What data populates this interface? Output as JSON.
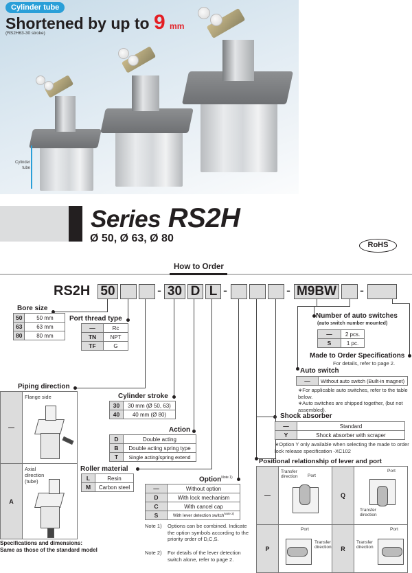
{
  "banner": {
    "pill": "Cylinder tube",
    "headline_prefix": "Shortened by up to",
    "headline_value": "9",
    "headline_unit": "mm",
    "subnote": "(RS2H63-30 stroke)",
    "tube_label": "Cylinder tube",
    "accent_color": "#e31e24",
    "pill_color": "#2a9fd8"
  },
  "header": {
    "series_word": "Series",
    "series_name": "RS2H",
    "diameters": "Ø 50, Ø 63, Ø 80",
    "rohs": "RoHS",
    "section_title": "How to Order"
  },
  "code": {
    "prefix": "RS2H",
    "boxes": [
      "50",
      "",
      "",
      "30",
      "D",
      "L",
      "",
      "",
      "",
      "M9BW",
      "",
      ""
    ],
    "dash": "-"
  },
  "bore_size": {
    "title": "Bore size",
    "rows": [
      {
        "k": "50",
        "v": "50 mm"
      },
      {
        "k": "63",
        "v": "63 mm"
      },
      {
        "k": "80",
        "v": "80 mm"
      }
    ]
  },
  "port_thread": {
    "title": "Port thread type",
    "rows": [
      {
        "k": "—",
        "v": "Rc"
      },
      {
        "k": "TN",
        "v": "NPT"
      },
      {
        "k": "TF",
        "v": "G"
      }
    ]
  },
  "piping_direction": {
    "title": "Piping direction",
    "rows": [
      {
        "k": "—",
        "label": "Flange side"
      },
      {
        "k": "A",
        "label": "Axial direction (tube)"
      }
    ]
  },
  "cylinder_stroke": {
    "title": "Cylinder stroke",
    "rows": [
      {
        "k": "30",
        "v": "30 mm (Ø 50, 63)"
      },
      {
        "k": "40",
        "v": "40 mm (Ø 80)"
      }
    ]
  },
  "action": {
    "title": "Action",
    "rows": [
      {
        "k": "D",
        "v": "Double acting"
      },
      {
        "k": "B",
        "v": "Double acting spring type"
      },
      {
        "k": "T",
        "v": "Single acting/spring extend"
      }
    ]
  },
  "roller_material": {
    "title": "Roller material",
    "rows": [
      {
        "k": "L",
        "v": "Resin"
      },
      {
        "k": "M",
        "v": "Carbon steel"
      }
    ]
  },
  "option": {
    "title": "Option",
    "title_note": "Note 1)",
    "rows": [
      {
        "k": "—",
        "v": "Without option"
      },
      {
        "k": "D",
        "v": "With lock mechanism"
      },
      {
        "k": "C",
        "v": "With cancel cap"
      },
      {
        "k": "S",
        "v": "With lever detection switch",
        "note": "Note 2)"
      }
    ],
    "note1_label": "Note 1)",
    "note1_text": "Options can be combined. Indicate the option symbols according to the priority order of D,C,S.",
    "note2_label": "Note 2)",
    "note2_text": "For details of the lever detection switch alone, refer to page 2."
  },
  "auto_switch_count": {
    "title": "Number of auto switches",
    "subtitle": "(auto switch number mounted)",
    "rows": [
      {
        "k": "—",
        "v": "2 pcs."
      },
      {
        "k": "S",
        "v": "1 pc."
      }
    ]
  },
  "made_to_order": {
    "title": "Made to Order Specifications",
    "subtitle": "For details, refer to page 2."
  },
  "auto_switch": {
    "title": "Auto switch",
    "rows": [
      {
        "k": "—",
        "v": "Without auto switch (Built-in magnet)"
      }
    ],
    "notes": [
      "∗For applicable auto switches, refer to the table below.",
      "∗Auto switches are shipped together, (but not assembled)."
    ]
  },
  "shock_absorber": {
    "title": "Shock absorber",
    "rows": [
      {
        "k": "—",
        "v": "Standard"
      },
      {
        "k": "Y",
        "v": "Shock absorber with scraper"
      }
    ],
    "note": "∗Option Y only available when selecting the made to order lock release specification -XC102"
  },
  "positional": {
    "title": "Positional relationship of lever and port",
    "cells": [
      {
        "k": "—",
        "port": "Port",
        "transfer": "Transfer direction"
      },
      {
        "k": "Q",
        "port": "Port",
        "transfer": "Transfer direction"
      },
      {
        "k": "P",
        "port": "Port",
        "transfer": "Transfer direction"
      },
      {
        "k": "R",
        "port": "Port",
        "transfer": "Transfer direction"
      }
    ]
  },
  "footer": {
    "line1": "Specifications and dimensions:",
    "line2": "Same as those of the standard model"
  }
}
